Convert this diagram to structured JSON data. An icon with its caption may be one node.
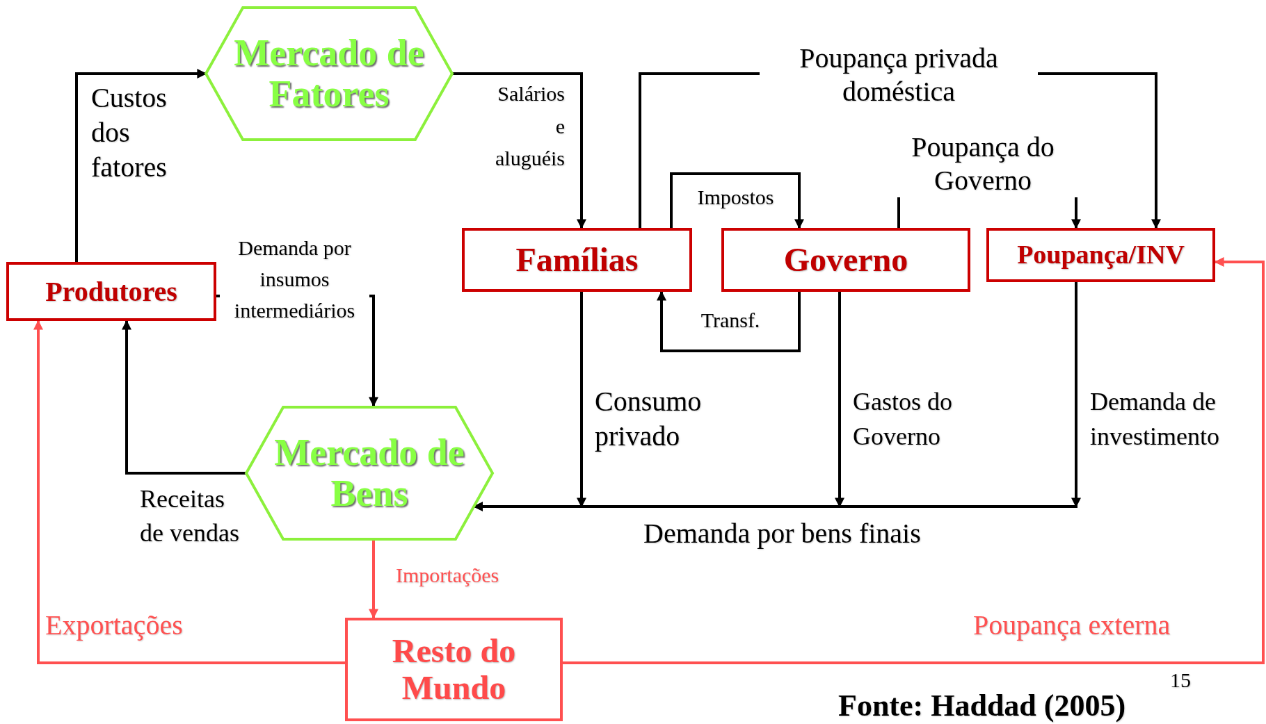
{
  "diagram": {
    "nodes": [
      {
        "text": [
          "Mercado de Fatores"
        ]
      },
      {
        "text": [
          "Produtores"
        ]
      },
      {
        "text": [
          "Famílias"
        ]
      },
      {
        "text": [
          "Governo"
        ]
      },
      {
        "text": [
          "Poupança/INV"
        ]
      },
      {
        "text": [
          "Mercado de Bens"
        ]
      },
      {
        "text": [
          "Resto do Mundo"
        ]
      }
    ],
    "edges": [
      {
        "from": 1,
        "to": 0,
        "arrow": "to",
        "label": "Custos dos fatores"
      },
      {
        "from": 0,
        "to": 2,
        "arrow": "to",
        "label": "Salários e aluguéis"
      },
      {
        "from": 2,
        "to": 4,
        "arrow": "to",
        "label": "Poupança privada doméstica"
      },
      {
        "from": 2,
        "to": 3,
        "arrow": "to",
        "label": "Impostos"
      },
      {
        "from": 3,
        "to": 2,
        "arrow": "to",
        "label": "Transf."
      },
      {
        "from": 3,
        "to": 4,
        "arrow": "to",
        "label": "Poupança do Governo"
      },
      {
        "from": 1,
        "to": 5,
        "arrow": "to",
        "label": "Demanda por insumos intermediários"
      },
      {
        "from": 5,
        "to": 1,
        "arrow": "to",
        "label": "Receitas de vendas"
      },
      {
        "from": 2,
        "to": 5,
        "arrow": "to",
        "label": "Consumo privado"
      },
      {
        "from": 3,
        "to": 5,
        "arrow": "to",
        "label": "Gastos do Governo"
      },
      {
        "from": 4,
        "to": 5,
        "arrow": "to",
        "label": "Demanda de investimento"
      },
      {
        "from": 5,
        "to": 6,
        "arrow": "to",
        "label": "Importações",
        "color": "#ff5050"
      },
      {
        "from": 6,
        "to": 1,
        "arrow": "to",
        "label": "Exportações",
        "color": "#ff5050"
      },
      {
        "from": 6,
        "to": 4,
        "arrow": "to",
        "label": "Poupança externa",
        "color": "#ff5050"
      }
    ],
    "labels": [
      "Demanda por bens finais",
      "15",
      "Fonte: Haddad (2005)"
    ]
  }
}
